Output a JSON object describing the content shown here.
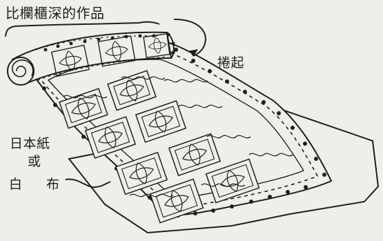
{
  "labels": {
    "quilt": "比欄櫃深的作品",
    "roll_up": "捲起",
    "paper": "日本紙",
    "or": "或",
    "white": "白",
    "cloth": "布"
  },
  "colors": {
    "background": "#efefe9",
    "ink": "#1e1e1e"
  }
}
